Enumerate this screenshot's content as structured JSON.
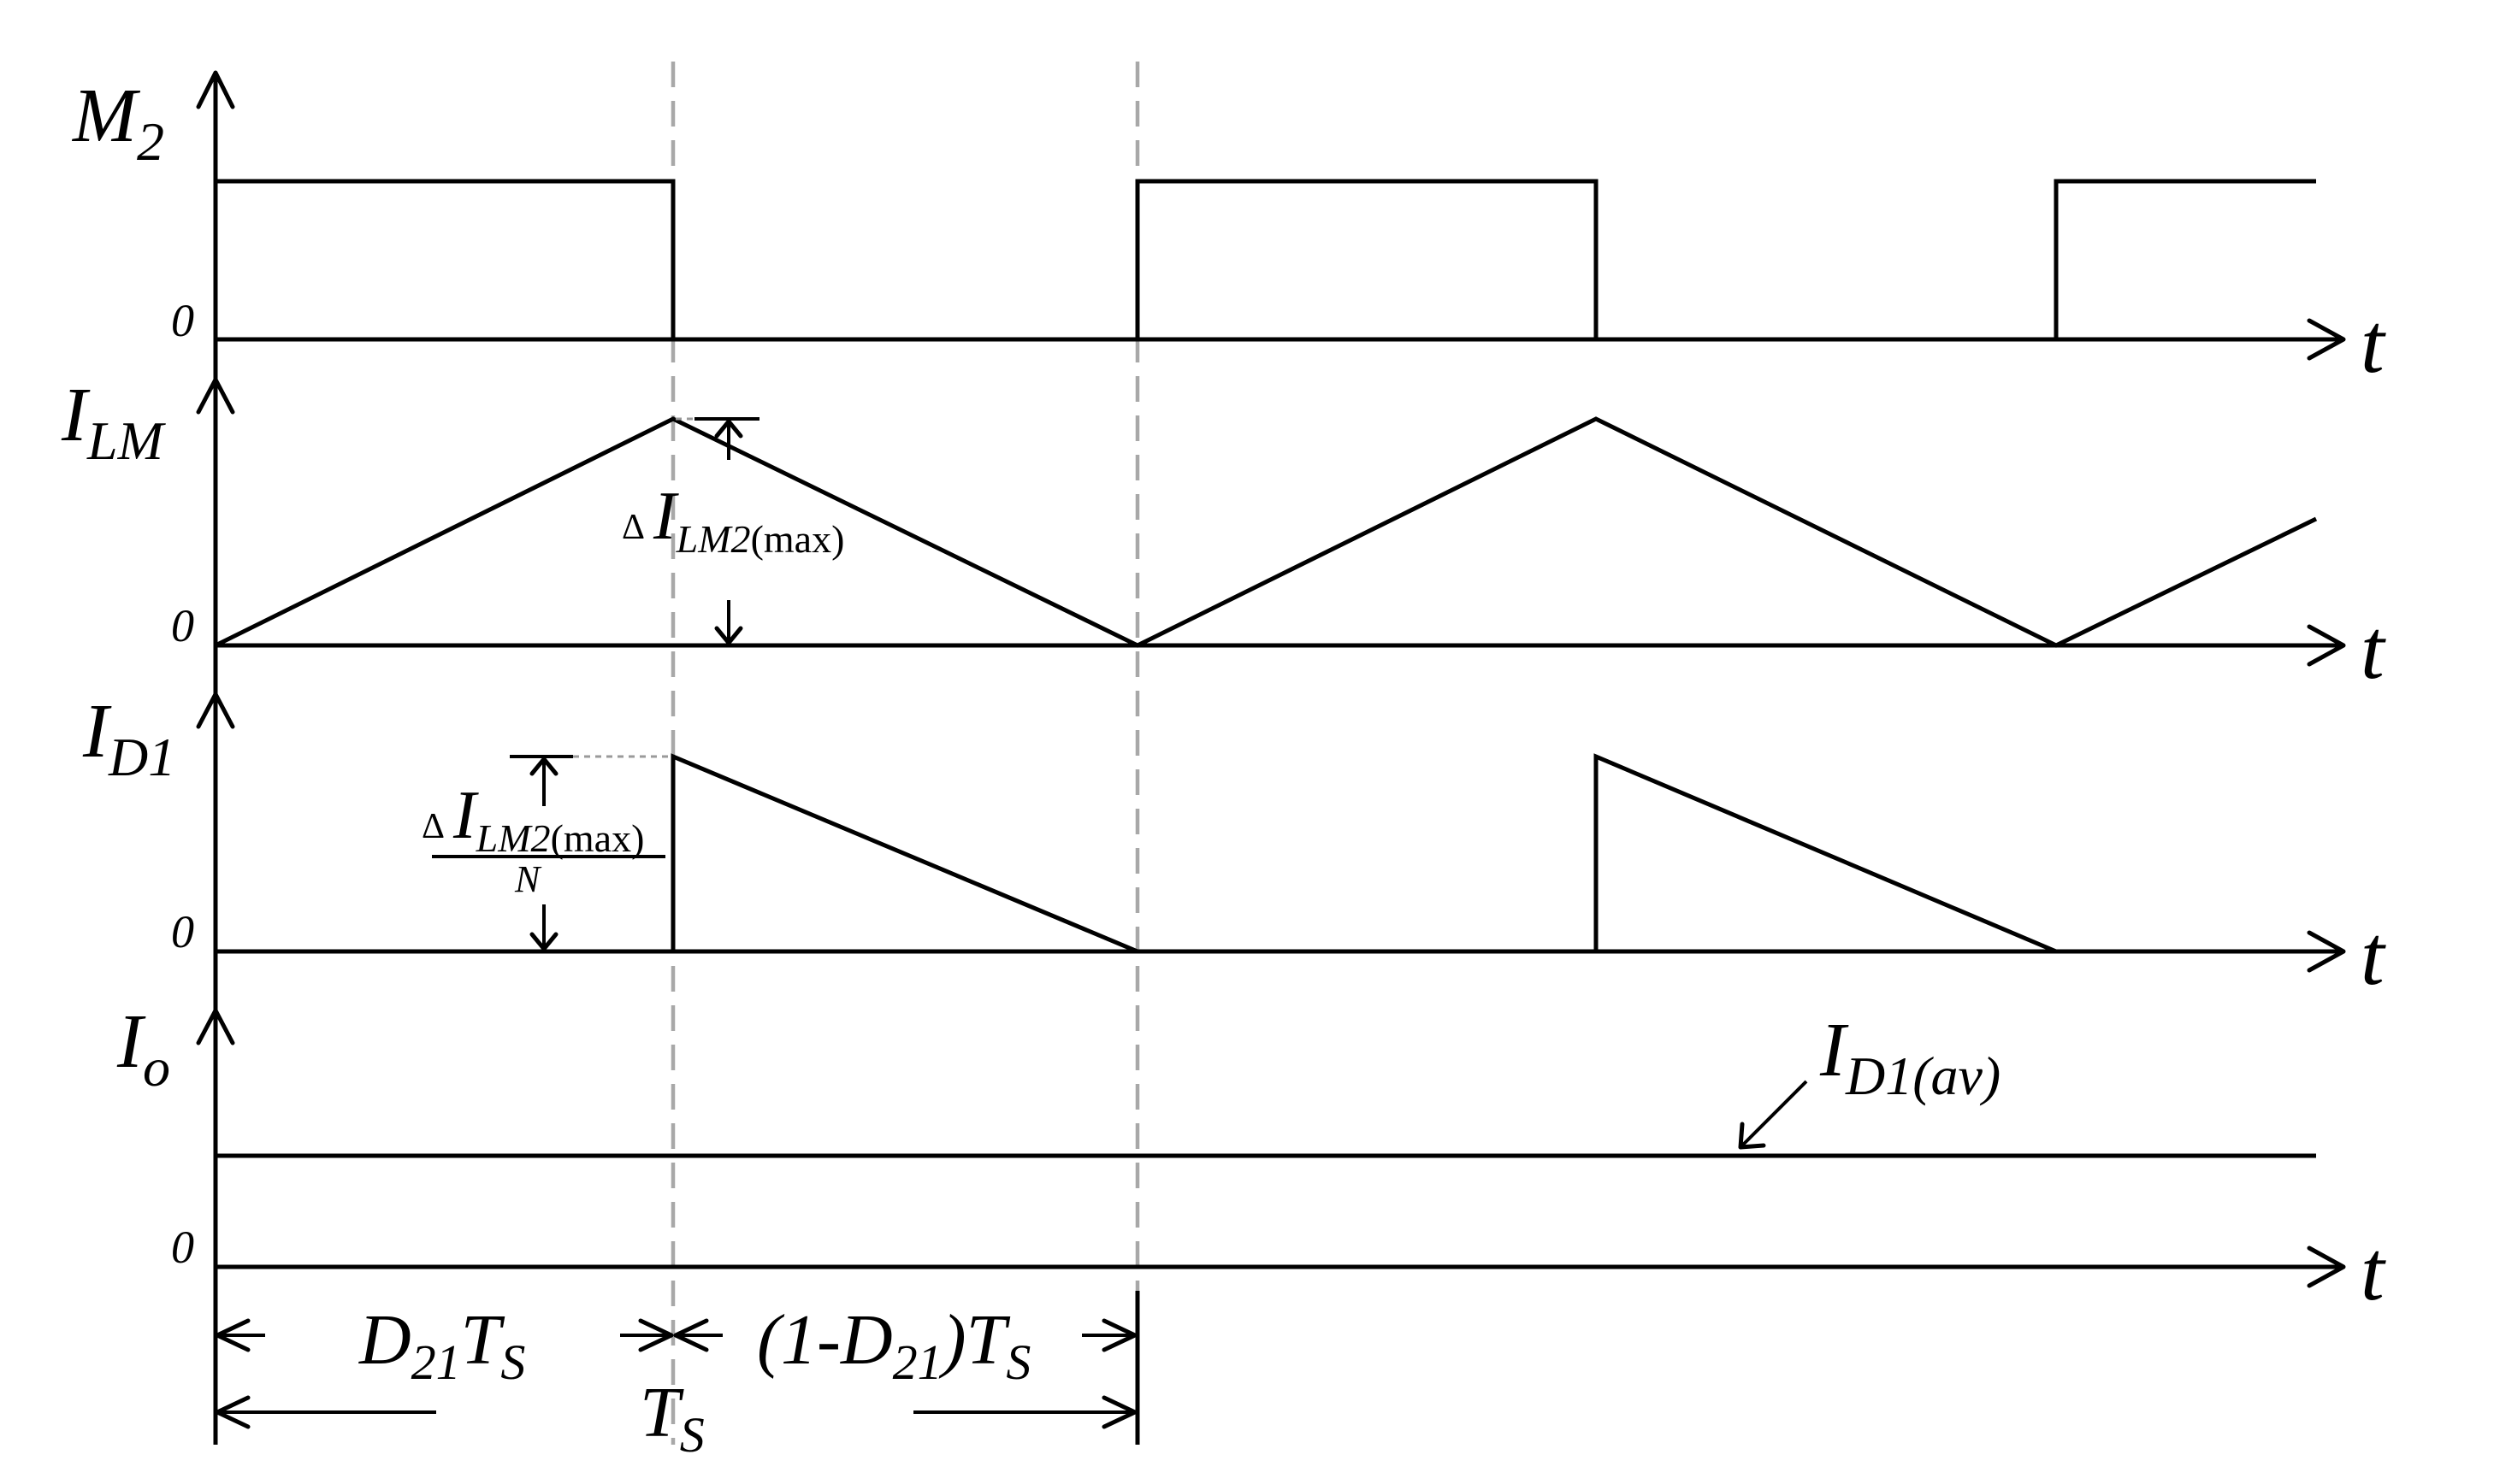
{
  "labels": {
    "m2": {
      "main": "M",
      "sub": "2"
    },
    "ilm": {
      "main": "I",
      "sub": "LM"
    },
    "id1": {
      "main": "I",
      "sub": "D1"
    },
    "io": {
      "main": "I",
      "sub": "o"
    },
    "t": "t",
    "zero": "0"
  },
  "annotations": {
    "delta": "Δ",
    "delta_ilm": {
      "main": "I",
      "sub_italic": "LM2",
      "sub_upright": "(max)"
    },
    "n": "N",
    "id1_av": {
      "main": "I",
      "sub": "D1(av)"
    },
    "d21ts": {
      "main": "D",
      "sub": "21",
      "main2": "T",
      "sub2": "S"
    },
    "one_minus": {
      "prefix": "(1-D",
      "sub": "21",
      "suffix": ")T",
      "sub2": "S"
    },
    "ts": {
      "main": "T",
      "sub": "S"
    }
  },
  "colors": {
    "ink": "#000000",
    "guide": "#a8a8a8"
  }
}
